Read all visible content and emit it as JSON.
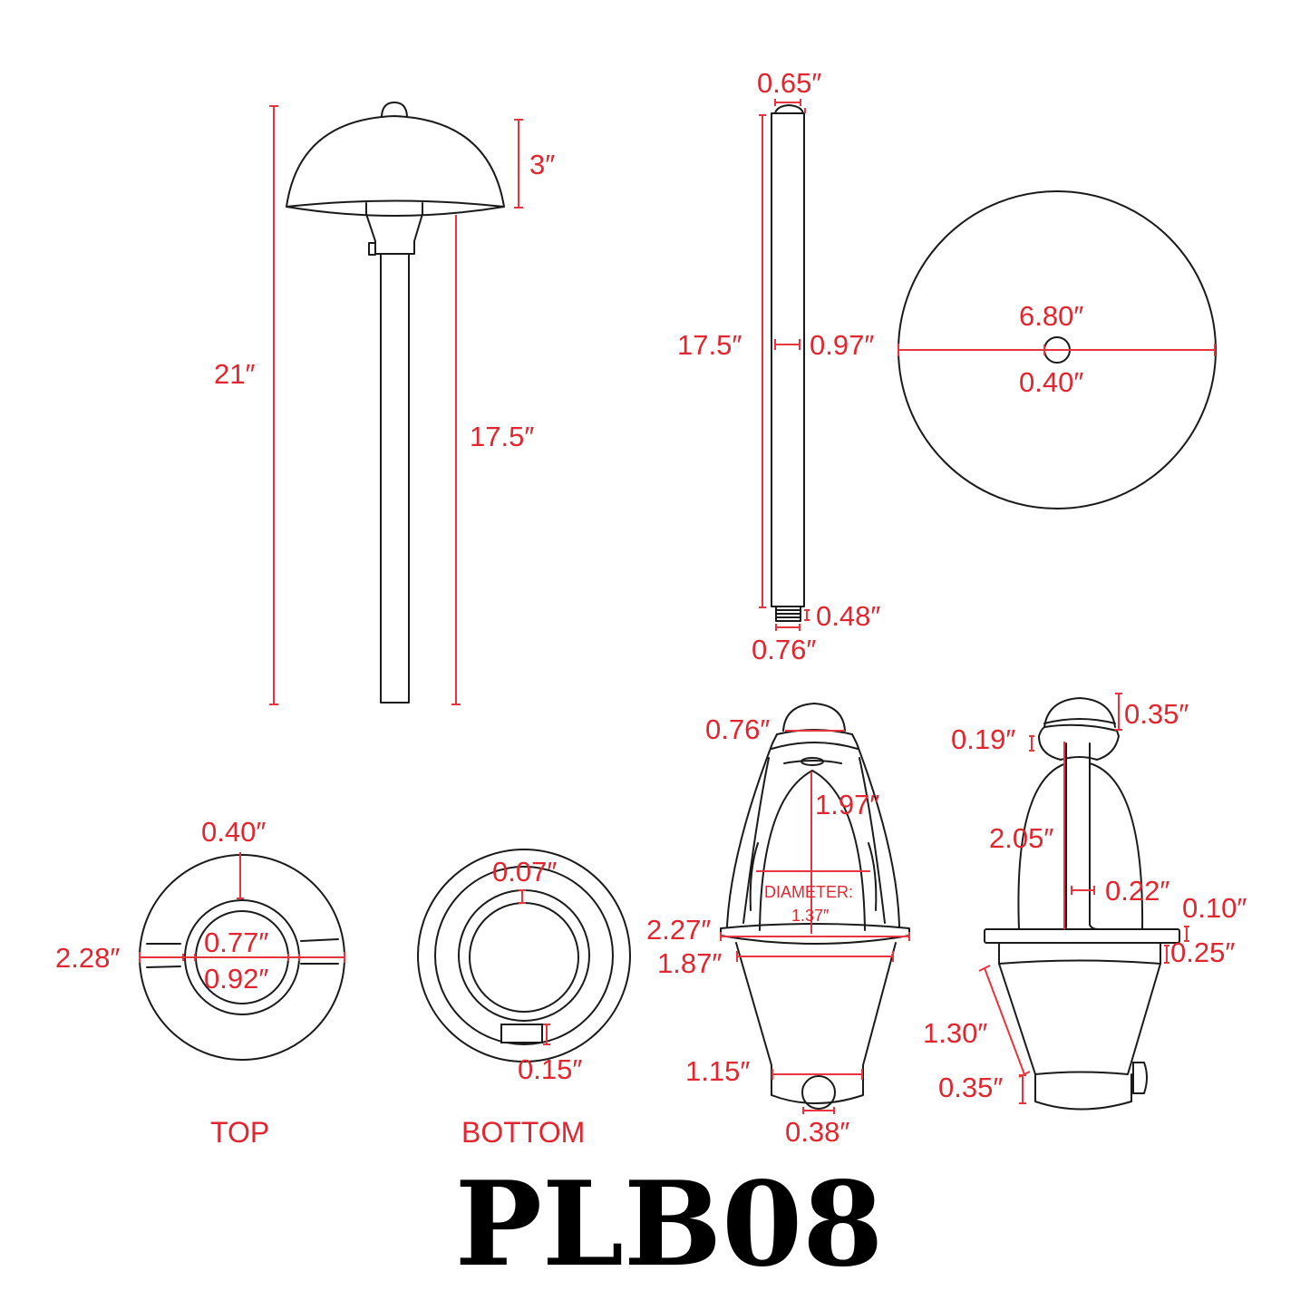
{
  "title": "PLB08",
  "colors": {
    "dimension": "#e1262f",
    "outline": "#1a1a1a",
    "background": "#ffffff",
    "title": "#000000"
  },
  "side_view": {
    "overall_height": "21″",
    "shade_height": "3″",
    "stem_height": "17.5″"
  },
  "stem_view": {
    "top_cap_width": "0.65″",
    "stem_length": "17.5″",
    "stem_diameter": "0.97″",
    "thread_height": "0.48″",
    "thread_diameter": "0.76″"
  },
  "shade_top_view": {
    "shade_diameter": "6.80″",
    "center_hole": "0.40″"
  },
  "top_view": {
    "label": "TOP",
    "ring_width": "0.40″",
    "outer_diameter": "2.28″",
    "inner_diameter_a": "0.77″",
    "inner_diameter_b": "0.92″"
  },
  "bottom_view": {
    "label": "BOTTOM",
    "ring_gap": "0.07″",
    "tab_height": "0.15″"
  },
  "fixture_front_view": {
    "cap_width": "0.76″",
    "lens_height": "1.97″",
    "lens_diameter_label": "DIAMETER:",
    "lens_diameter": "1.37″",
    "flange_width": "2.27″",
    "body_top_width": "1.87″",
    "body_bottom_width": "1.15″",
    "set_screw_diameter": "0.38″"
  },
  "fixture_section_view": {
    "cap_height": "0.35″",
    "cap_base_height": "0.19″",
    "post_height": "2.05″",
    "post_width": "0.22″",
    "flange_thickness": "0.10″",
    "collar_height": "0.25″",
    "taper_length": "1.30″",
    "base_band_height": "0.35″"
  }
}
